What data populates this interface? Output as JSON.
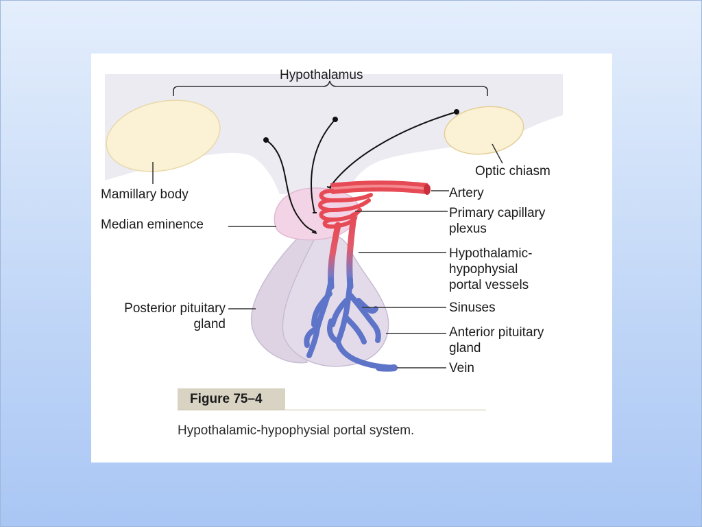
{
  "labels": {
    "hypothalamus": "Hypothalamus",
    "optic_chiasm": "Optic chiasm",
    "mamillary_body": "Mamillary body",
    "median_eminence": "Median eminence",
    "artery": "Artery",
    "primary_capillary_plexus_1": "Primary capillary",
    "primary_capillary_plexus_2": "plexus",
    "portal_vessels_1": "Hypothalamic-",
    "portal_vessels_2": "hypophysial",
    "portal_vessels_3": "portal vessels",
    "posterior_pituitary_1": "Posterior pituitary",
    "posterior_pituitary_2": "gland",
    "sinuses": "Sinuses",
    "anterior_pituitary_1": "Anterior pituitary",
    "anterior_pituitary_2": "gland",
    "vein": "Vein"
  },
  "figure": {
    "number": "Figure 75–4",
    "caption": "Hypothalamic-hypophysial portal system."
  },
  "colors": {
    "hypothalamus_tissue": "#ecebf2",
    "oval_structures": "#fbf1d4",
    "median_eminence": "#f3d4e6",
    "pituitary": "#ddd3e3",
    "artery_red": "#e64a55",
    "vein_blue": "#5d74c8"
  }
}
